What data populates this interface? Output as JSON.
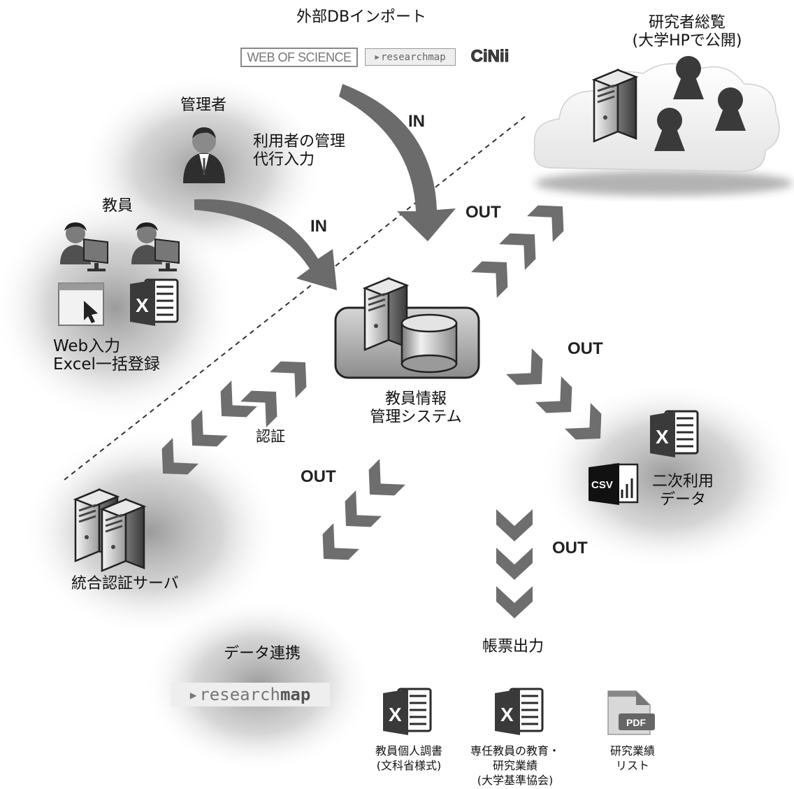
{
  "import": {
    "title": "外部DBインポート",
    "logos": [
      "WEB OF SCIENCE",
      "researchmap",
      "CiNii"
    ]
  },
  "directory": {
    "line1": "研究者総覧",
    "line2": "(大学HPで公開)"
  },
  "admin": {
    "title": "管理者",
    "desc_line1": "利用者の管理",
    "desc_line2": "代行入力"
  },
  "faculty": {
    "title": "教員",
    "line1": "Web入力",
    "line2": "Excel一括登録"
  },
  "system": {
    "line1": "教員情報",
    "line2": "管理システム"
  },
  "flows": {
    "in_admin": "IN",
    "in_faculty": "IN",
    "out_directory": "OUT",
    "out_secondary": "OUT",
    "out_sync": "OUT",
    "out_forms": "OUT",
    "auth": "認証"
  },
  "secondary": {
    "line1": "二次利用",
    "line2": "データ",
    "csv_label": "CSV"
  },
  "auth_server": {
    "label": "統合認証サーバ"
  },
  "sync": {
    "title": "データ連携",
    "logo_light": "research",
    "logo_bold": "map"
  },
  "forms": {
    "title": "帳票出力",
    "items": [
      {
        "l1": "教員個人調書",
        "l2": "(文科省様式)",
        "l3": ""
      },
      {
        "l1": "専任教員の教育・",
        "l2": "研究業績",
        "l3": "(大学基準協会)"
      },
      {
        "l1": "研究業績",
        "l2": "リスト",
        "l3": ""
      }
    ],
    "pdf_label": "PDF"
  },
  "icons": {
    "excel_letter": "X",
    "names": [
      "server-icon",
      "database-icon",
      "user-icon",
      "computer-icon",
      "browser-icon",
      "excel-icon",
      "csv-icon",
      "pdf-icon",
      "cloud-icon",
      "chevron-icon",
      "arrow-icon"
    ]
  }
}
